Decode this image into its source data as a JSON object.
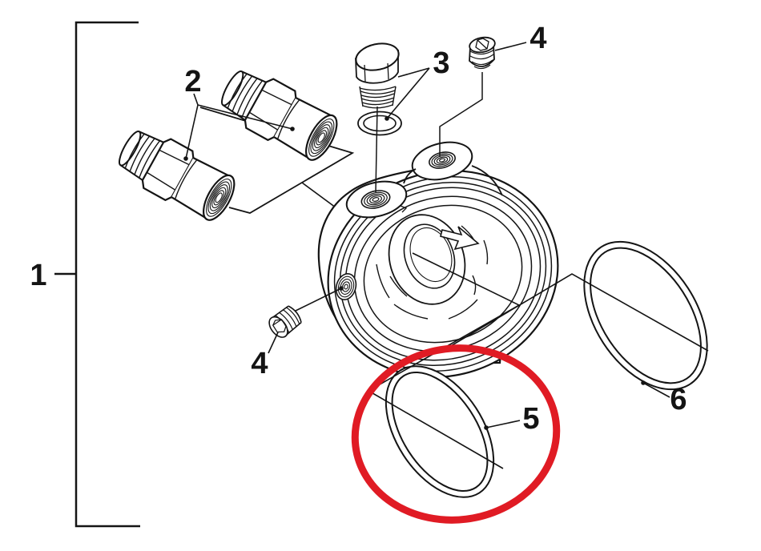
{
  "diagram": {
    "type": "exploded-parts-diagram",
    "background_color": "#ffffff",
    "line_color": "#141414",
    "highlight_color": "#e01b24",
    "callouts": [
      {
        "text": "1",
        "part": "whole-assembly-bracket"
      },
      {
        "text": "2",
        "part": "hex-nipple-fittings"
      },
      {
        "text": "3",
        "part": "hex-head-plug-with-washer"
      },
      {
        "text": "4",
        "part": "socket-pipe-plug-top"
      },
      {
        "text": "4",
        "part": "socket-pipe-plug-side"
      },
      {
        "text": "5",
        "part": "small-o-ring"
      },
      {
        "text": "6",
        "part": "large-o-ring"
      }
    ],
    "highlight": {
      "shape": "ellipse",
      "target_callout": "5",
      "color": "#e01b24"
    }
  }
}
